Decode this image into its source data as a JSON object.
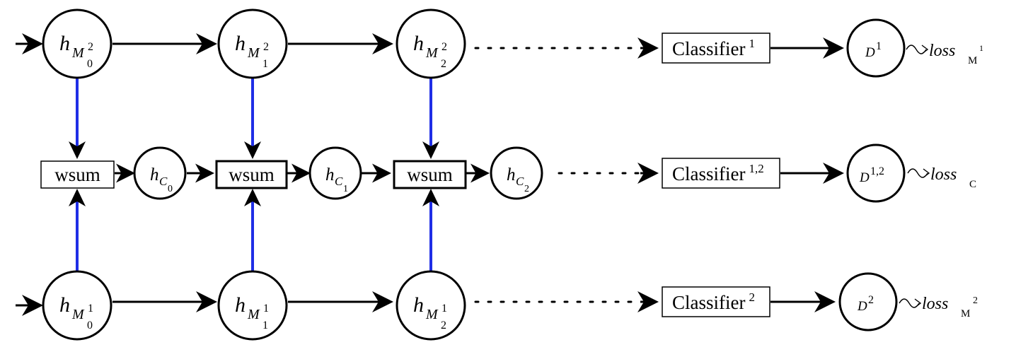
{
  "nodes": {
    "top": [
      {
        "h": "h",
        "m": "M",
        "sup": "2",
        "sub": "0"
      },
      {
        "h": "h",
        "m": "M",
        "sup": "2",
        "sub": "1"
      },
      {
        "h": "h",
        "m": "M",
        "sup": "2",
        "sub": "2"
      }
    ],
    "bottom": [
      {
        "h": "h",
        "m": "M",
        "sup": "1",
        "sub": "0"
      },
      {
        "h": "h",
        "m": "M",
        "sup": "1",
        "sub": "1"
      },
      {
        "h": "h",
        "m": "M",
        "sup": "1",
        "sub": "2"
      }
    ],
    "middle": [
      {
        "h": "h",
        "c": "C",
        "sub": "0"
      },
      {
        "h": "h",
        "c": "C",
        "sub": "1"
      },
      {
        "h": "h",
        "c": "C",
        "sub": "2"
      }
    ]
  },
  "wsum_label": "wsum",
  "classifiers": [
    {
      "label": "Classifier",
      "sup": "1"
    },
    {
      "label": "Classifier",
      "sup": "1,2"
    },
    {
      "label": "Classifier",
      "sup": "2"
    }
  ],
  "outputs": [
    {
      "d": "D",
      "sup": "1"
    },
    {
      "d": "D",
      "sup": "1,2"
    },
    {
      "d": "D",
      "sup": "2"
    }
  ],
  "losses": [
    {
      "loss": "loss",
      "sub": "M",
      "sup": "1"
    },
    {
      "loss": "loss",
      "sub": "C",
      "sup": ""
    },
    {
      "loss": "loss",
      "sub": "M",
      "sup": "2"
    }
  ],
  "colors": {
    "edge": "#000000",
    "fusion_edge": "#1f2ee6"
  }
}
